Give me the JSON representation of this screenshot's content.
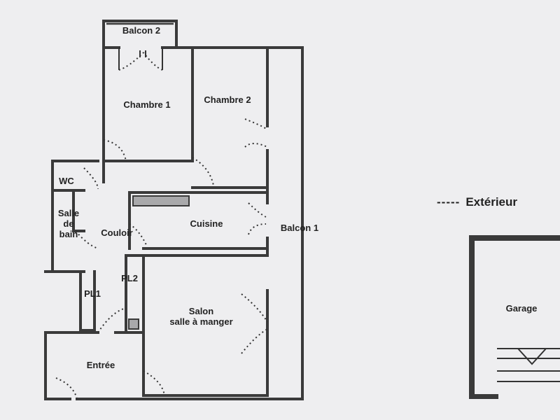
{
  "plan": {
    "rooms": {
      "balcon2": "Balcon 2",
      "chambre1": "Chambre 1",
      "chambre2": "Chambre 2",
      "wc": "WC",
      "salle_de_bain": [
        "Salle",
        "de",
        "bain"
      ],
      "couloir": "Couloir",
      "cuisine": "Cuisine",
      "balcon1": "Balcon 1",
      "pl1": "PL1",
      "pl2": "PL2",
      "salon": [
        "Salon",
        "salle à manger"
      ],
      "entree": "Entrée",
      "garage": "Garage"
    },
    "legend": {
      "line": "-----",
      "label": "Extérieur"
    },
    "colors": {
      "wall": "#3a3a3a",
      "paper": "#eeeef0",
      "hatch": "#a9a9ab"
    }
  }
}
